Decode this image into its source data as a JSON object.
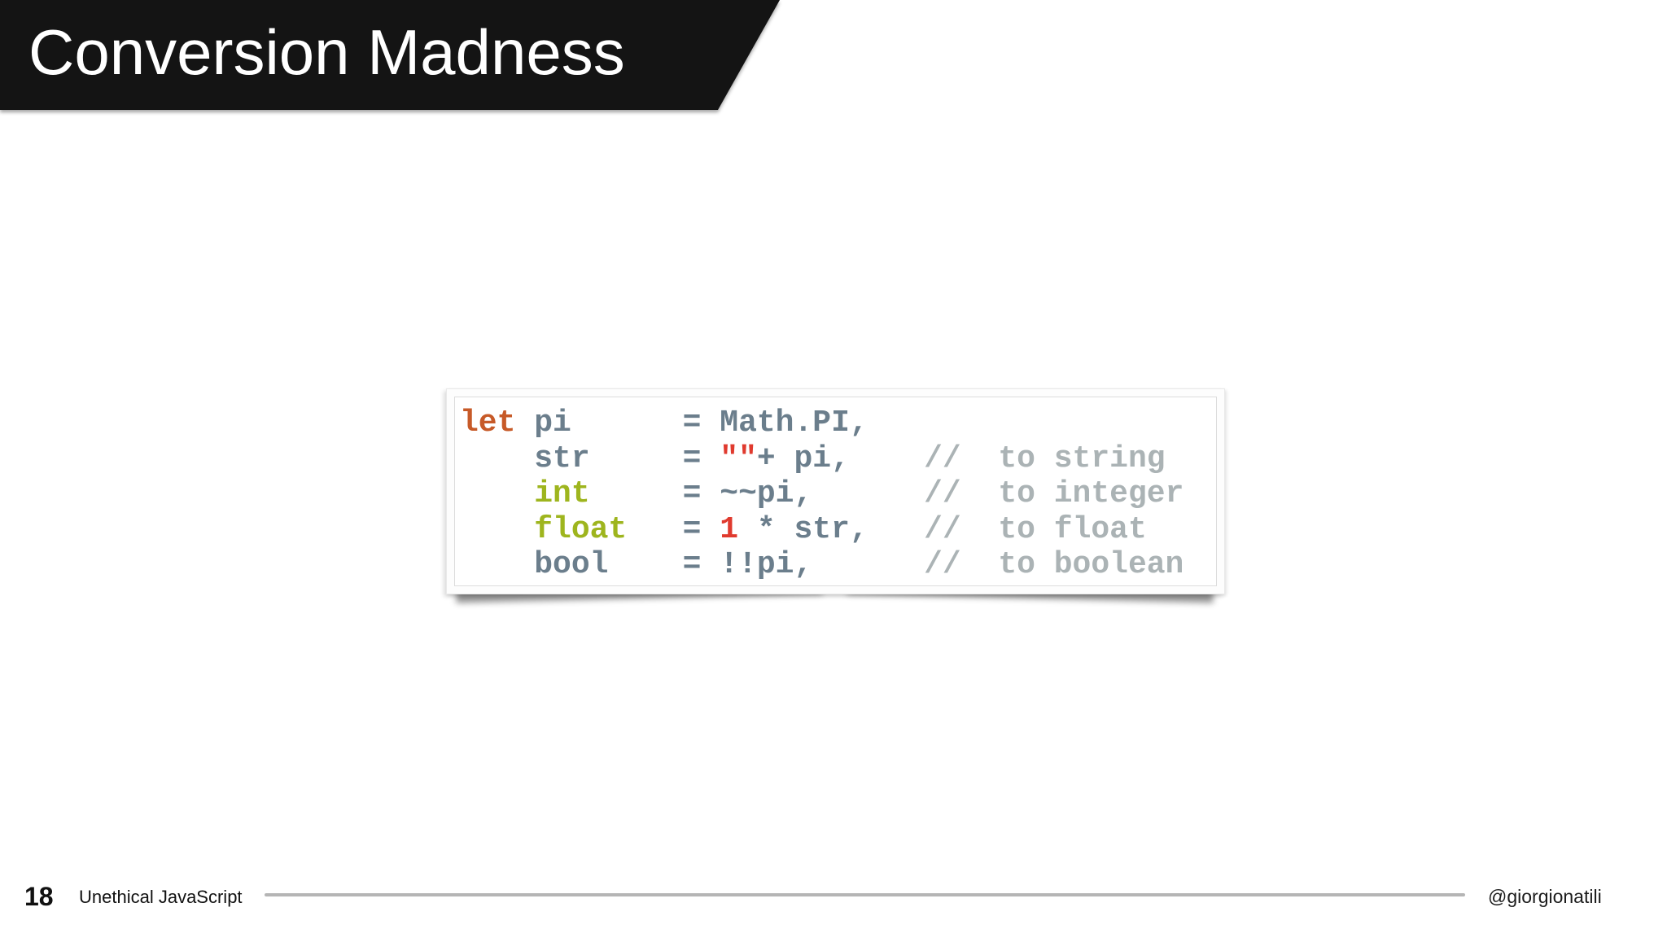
{
  "slide": {
    "title": "Conversion Madness",
    "page_number": "18",
    "deck_title": "Unethical JavaScript",
    "author_handle": "@giorgionatili"
  },
  "colors": {
    "banner_bg": "#141414",
    "title_text": "#ffffff",
    "tok_keyword": "#C75A28",
    "tok_plain": "#6B7E8C",
    "tok_type": "#9EB51E",
    "tok_value": "#E03A2E",
    "tok_comment": "#ABB3B5",
    "divider": "#B5B5B5",
    "footer_text": "#111111"
  },
  "code": {
    "lines": [
      [
        {
          "t": "keyword",
          "s": "let"
        },
        {
          "t": "plain",
          "s": " pi      = Math.PI,"
        }
      ],
      [
        {
          "t": "plain",
          "s": "    str     = "
        },
        {
          "t": "value",
          "s": "\"\""
        },
        {
          "t": "plain",
          "s": "+ pi,"
        },
        {
          "t": "comment",
          "s": "    //  to string"
        }
      ],
      [
        {
          "t": "plain",
          "s": "    "
        },
        {
          "t": "type",
          "s": "int"
        },
        {
          "t": "plain",
          "s": "     = ~~pi,"
        },
        {
          "t": "comment",
          "s": "      //  to integer"
        }
      ],
      [
        {
          "t": "plain",
          "s": "    "
        },
        {
          "t": "type",
          "s": "float"
        },
        {
          "t": "plain",
          "s": "   = "
        },
        {
          "t": "value",
          "s": "1"
        },
        {
          "t": "plain",
          "s": " * str,"
        },
        {
          "t": "comment",
          "s": "   //  to float"
        }
      ],
      [
        {
          "t": "plain",
          "s": "    bool    = !!pi,"
        },
        {
          "t": "comment",
          "s": "      //  to boolean"
        }
      ]
    ]
  }
}
